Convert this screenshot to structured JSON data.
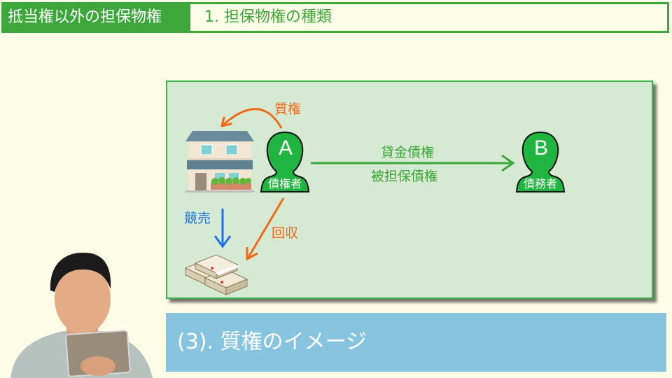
{
  "header": {
    "section_title": "抵当権以外の担保物権",
    "topic_title": "1. 担保物権の種類"
  },
  "diagram": {
    "creditor": {
      "letter": "A",
      "role": "債権者"
    },
    "debtor": {
      "letter": "B",
      "role": "債務者"
    },
    "arrow_pledge_label": "質権",
    "arrow_auction_label": "競売",
    "arrow_collect_label": "回収",
    "claim_label_top": "貸金債権",
    "claim_label_bottom": "被担保債権",
    "objects": {
      "house": "house-icon",
      "money": "money-bundle-icon"
    },
    "colors": {
      "green": "#3ea73b",
      "person_fill": "#20b540",
      "orange": "#ee6a1a",
      "blue": "#1a73e0",
      "panel_bg": "#d6e9d2",
      "subtitle_bg": "#87c4e0"
    }
  },
  "subtitle": "(3). 質権のイメージ"
}
